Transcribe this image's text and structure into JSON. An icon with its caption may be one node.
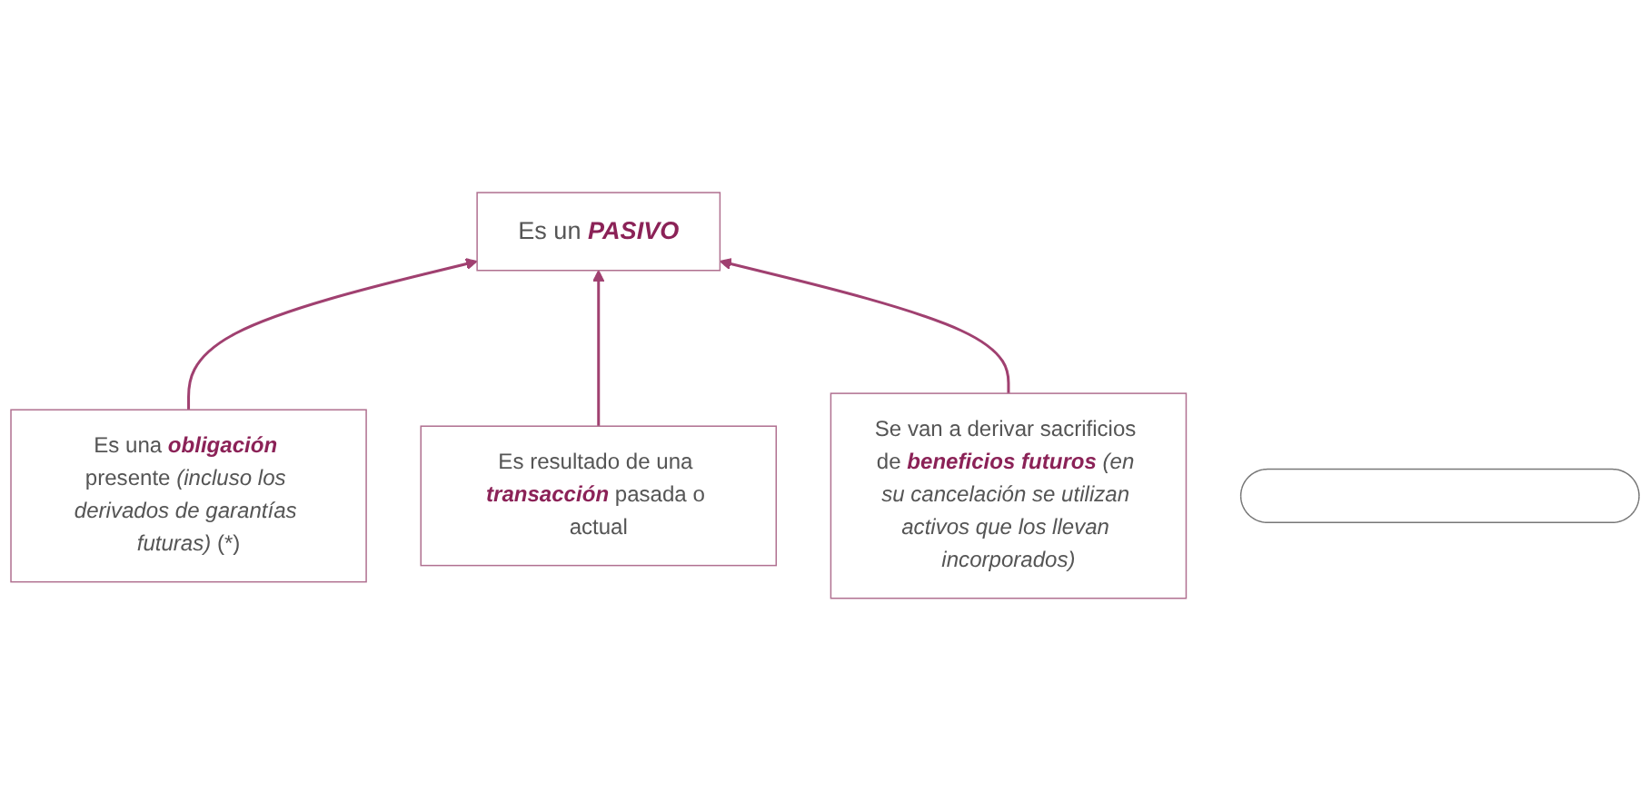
{
  "diagram": {
    "nodes": [
      {
        "text": [
          "Es un **PASIVO**"
        ]
      },
      {
        "text": [
          "Es una **obligación** presente *(incluso los derivados de garantías futuras)* (*)"
        ]
      },
      {
        "text": [
          "Es resultado de una **transacción** pasada o actual"
        ]
      },
      {
        "text": [
          "Se van a derivar sacrificios de **beneficios futuros** *(en su cancelación se utilizan activos que los llevan incorporados)*"
        ]
      },
      {
        "text": [],
        "shape": "ellipse"
      }
    ],
    "edges": [
      {
        "from": 1,
        "to": 0,
        "arrow": "to"
      },
      {
        "from": 2,
        "to": 0,
        "arrow": "to"
      },
      {
        "from": 3,
        "to": 0,
        "arrow": "to"
      }
    ]
  }
}
